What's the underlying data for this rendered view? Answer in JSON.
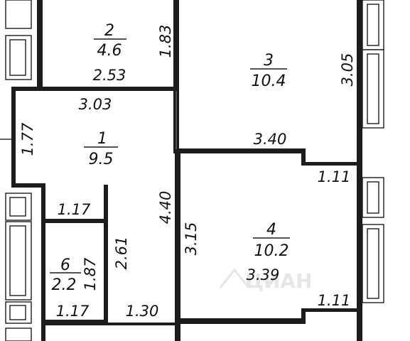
{
  "rooms": [
    {
      "id": "2",
      "area": "4.6"
    },
    {
      "id": "3",
      "area": "10.4"
    },
    {
      "id": "1",
      "area": "9.5"
    },
    {
      "id": "4",
      "area": "10.2"
    },
    {
      "id": "6",
      "area": "2.2"
    }
  ],
  "dimensions": {
    "r2_width": "2.53",
    "r2_height": "1.83",
    "r1_top_width": "3.03",
    "r3_height": "3.05",
    "r3_width": "3.40",
    "r1_left_height": "1.77",
    "r4_balcony_top": "1.11",
    "r1_height": "4.40",
    "r6_top_width": "1.17",
    "r6_height_right": "2.61",
    "r4_height": "3.15",
    "r4_width": "3.39",
    "r6_height": "1.87",
    "r6_bottom_width": "1.17",
    "r1_bottom_width": "1.30",
    "r4_balcony_bottom": "1.11"
  }
}
